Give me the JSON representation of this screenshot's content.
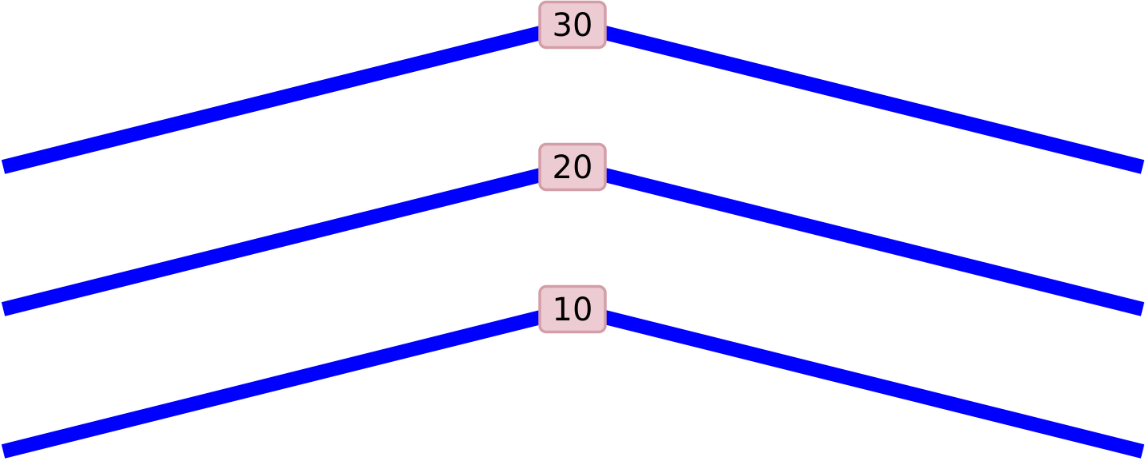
{
  "chart_data": {
    "type": "line",
    "title": "",
    "xlabel": "",
    "ylabel": "",
    "axes_visible": false,
    "grid": false,
    "legend": "none",
    "colors": {
      "line": "#0000ff",
      "label_fill": "#ecccd2",
      "label_border": "#d39ea7",
      "label_text": "#000000"
    },
    "series": [
      {
        "label": "30",
        "values": [
          {
            "x": 0,
            "y": 0
          },
          {
            "x": 1,
            "y": 1
          },
          {
            "x": 2,
            "y": 0
          }
        ]
      },
      {
        "label": "20",
        "values": [
          {
            "x": 0,
            "y": 0
          },
          {
            "x": 1,
            "y": 1
          },
          {
            "x": 2,
            "y": 0
          }
        ]
      },
      {
        "label": "10",
        "values": [
          {
            "x": 0,
            "y": 0
          },
          {
            "x": 1,
            "y": 1
          },
          {
            "x": 2,
            "y": 0
          }
        ]
      }
    ]
  }
}
